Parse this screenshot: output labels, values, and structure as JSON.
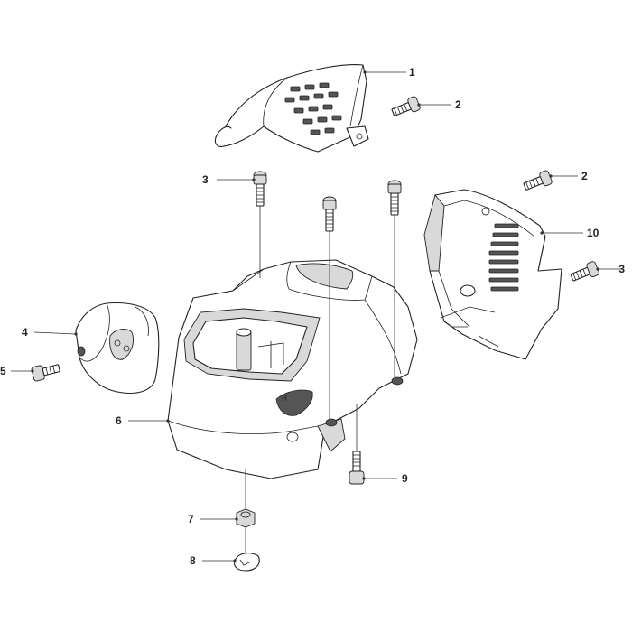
{
  "callouts": [
    {
      "id": "c1",
      "label": "1"
    },
    {
      "id": "c2a",
      "label": "2"
    },
    {
      "id": "c2b",
      "label": "2"
    },
    {
      "id": "c3a",
      "label": "3"
    },
    {
      "id": "c3b",
      "label": "3"
    },
    {
      "id": "c4",
      "label": "4"
    },
    {
      "id": "c5",
      "label": "5"
    },
    {
      "id": "c6",
      "label": "6"
    },
    {
      "id": "c7",
      "label": "7"
    },
    {
      "id": "c8",
      "label": "8"
    },
    {
      "id": "c9",
      "label": "9"
    },
    {
      "id": "c10",
      "label": "10"
    }
  ]
}
